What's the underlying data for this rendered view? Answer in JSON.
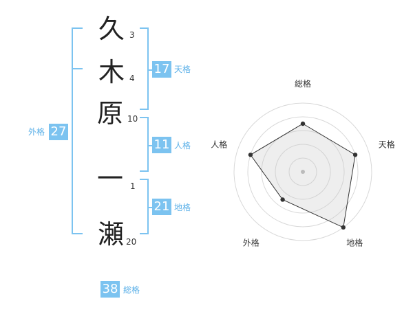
{
  "name": {
    "chars": [
      {
        "char": "久",
        "strokes": "3"
      },
      {
        "char": "木",
        "strokes": "4"
      },
      {
        "char": "原",
        "strokes": "10"
      },
      {
        "char": "一",
        "strokes": "1"
      },
      {
        "char": "瀬",
        "strokes": "20"
      }
    ]
  },
  "fortunes": {
    "tenkaku": {
      "value": "17",
      "label": "天格"
    },
    "jinkaku": {
      "value": "11",
      "label": "人格"
    },
    "chikaku": {
      "value": "21",
      "label": "地格"
    },
    "gaikaku": {
      "value": "27",
      "label": "外格"
    },
    "soukaku": {
      "value": "38",
      "label": "総格"
    }
  },
  "colors": {
    "accent": "#7cc3f0",
    "accent_text": "#5bb0e8"
  },
  "chart_data": {
    "type": "radar",
    "axes": [
      "総格",
      "天格",
      "地格",
      "外格",
      "人格"
    ],
    "values": [
      0.7,
      0.8,
      1.0,
      0.5,
      0.8
    ],
    "rmax": 1.0,
    "grid_rings": 4
  }
}
